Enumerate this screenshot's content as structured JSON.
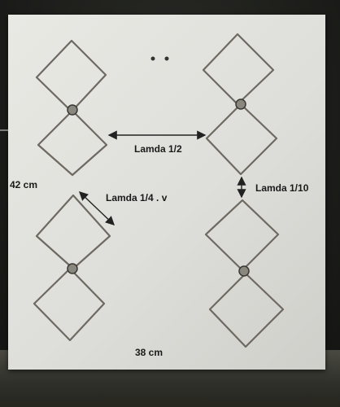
{
  "labels": {
    "height": "42 cm",
    "width": "38 cm",
    "lambda_half": "Lamda 1/2",
    "lambda_quarter": "Lamda 1/4 . v",
    "lambda_tenth": "Lamda 1/10"
  },
  "colors": {
    "board": "#e6e6e1",
    "wire": "#6e6a62",
    "text": "#1a1a1a"
  }
}
